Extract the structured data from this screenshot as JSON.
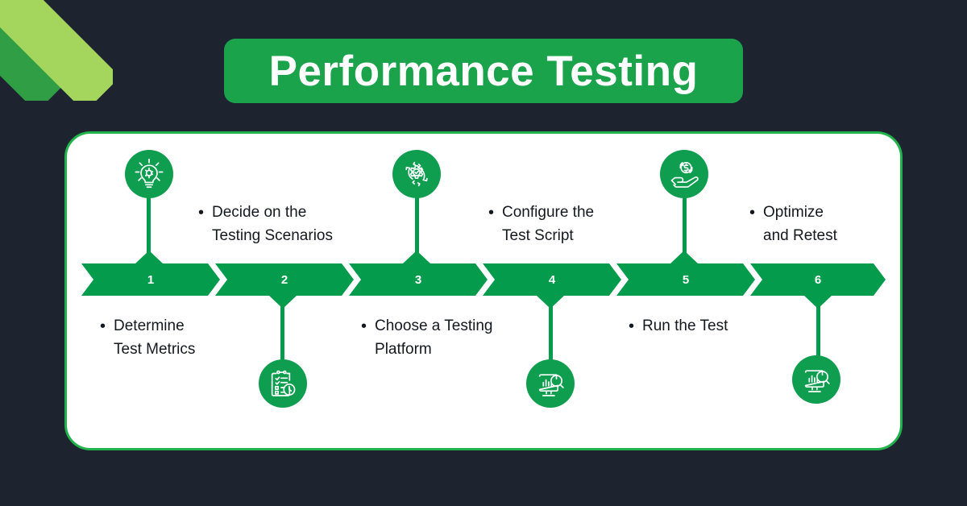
{
  "background_color": "#1e2330",
  "accent_colors": {
    "title_pill": "#1aa34a",
    "chevron": "#059b4c",
    "icon_circle": "#0f9e4f",
    "card_border": "#21b24b",
    "stripe_dark": "#2f9e44",
    "stripe_light": "#a4d65e",
    "card_background": "#ffffff",
    "text": "#15181f"
  },
  "header": {
    "title": "Performance Testing"
  },
  "decoration": {
    "stripe_dark_name": "diagonal-stripe-dark",
    "stripe_light_name": "diagonal-stripe-light"
  },
  "process": {
    "steps": [
      {
        "number": "1",
        "label": "Determine\nTest Metrics",
        "icon": "lightbulb-gear-icon",
        "icon_position": "above",
        "label_position": "below"
      },
      {
        "number": "2",
        "label": "Decide on the\nTesting Scenarios",
        "icon": "clipboard-clock-icon",
        "icon_position": "below",
        "label_position": "above"
      },
      {
        "number": "3",
        "label": "Choose a Testing\nPlatform",
        "icon": "gear-check-refresh-icon",
        "icon_position": "above",
        "label_position": "below"
      },
      {
        "number": "4",
        "label": "Configure the\nTest Script",
        "icon": "monitor-chart-search-icon",
        "icon_position": "below",
        "label_position": "above"
      },
      {
        "number": "5",
        "label": "Run the Test",
        "icon": "hand-money-refresh-icon",
        "icon_position": "above",
        "label_position": "below"
      },
      {
        "number": "6",
        "label": "Optimize\nand Retest",
        "icon": "monitor-chart-search-icon",
        "icon_position": "below",
        "label_position": "above"
      }
    ],
    "bullet_glyph": "•"
  }
}
